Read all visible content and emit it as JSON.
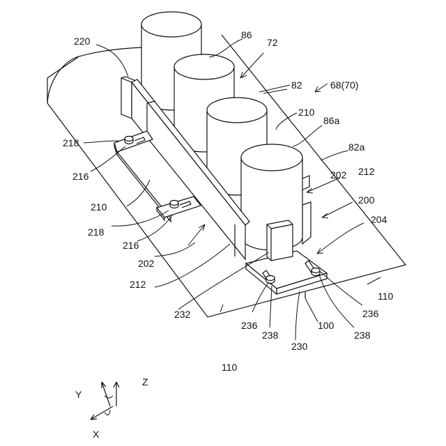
{
  "figure": {
    "labels": {
      "l220": "220",
      "l86": "86",
      "l72": "72",
      "l82": "82",
      "l68": "68(70)",
      "l210a": "210",
      "l86a": "86a",
      "l82a": "82a",
      "l218a": "218",
      "l216a": "216",
      "l202a": "202",
      "l212a": "212",
      "l200": "200",
      "l204": "204",
      "l210b": "210",
      "l218b": "218",
      "l216b": "216",
      "l202b": "202",
      "l212b": "212",
      "l232": "232",
      "l110a": "110",
      "l236a": "236",
      "l236b": "236",
      "l238a": "238",
      "l238b": "238",
      "l230": "230",
      "l100": "100",
      "l110b": "110"
    },
    "axes": {
      "x": "X",
      "y": "Y",
      "z": "Z"
    }
  }
}
